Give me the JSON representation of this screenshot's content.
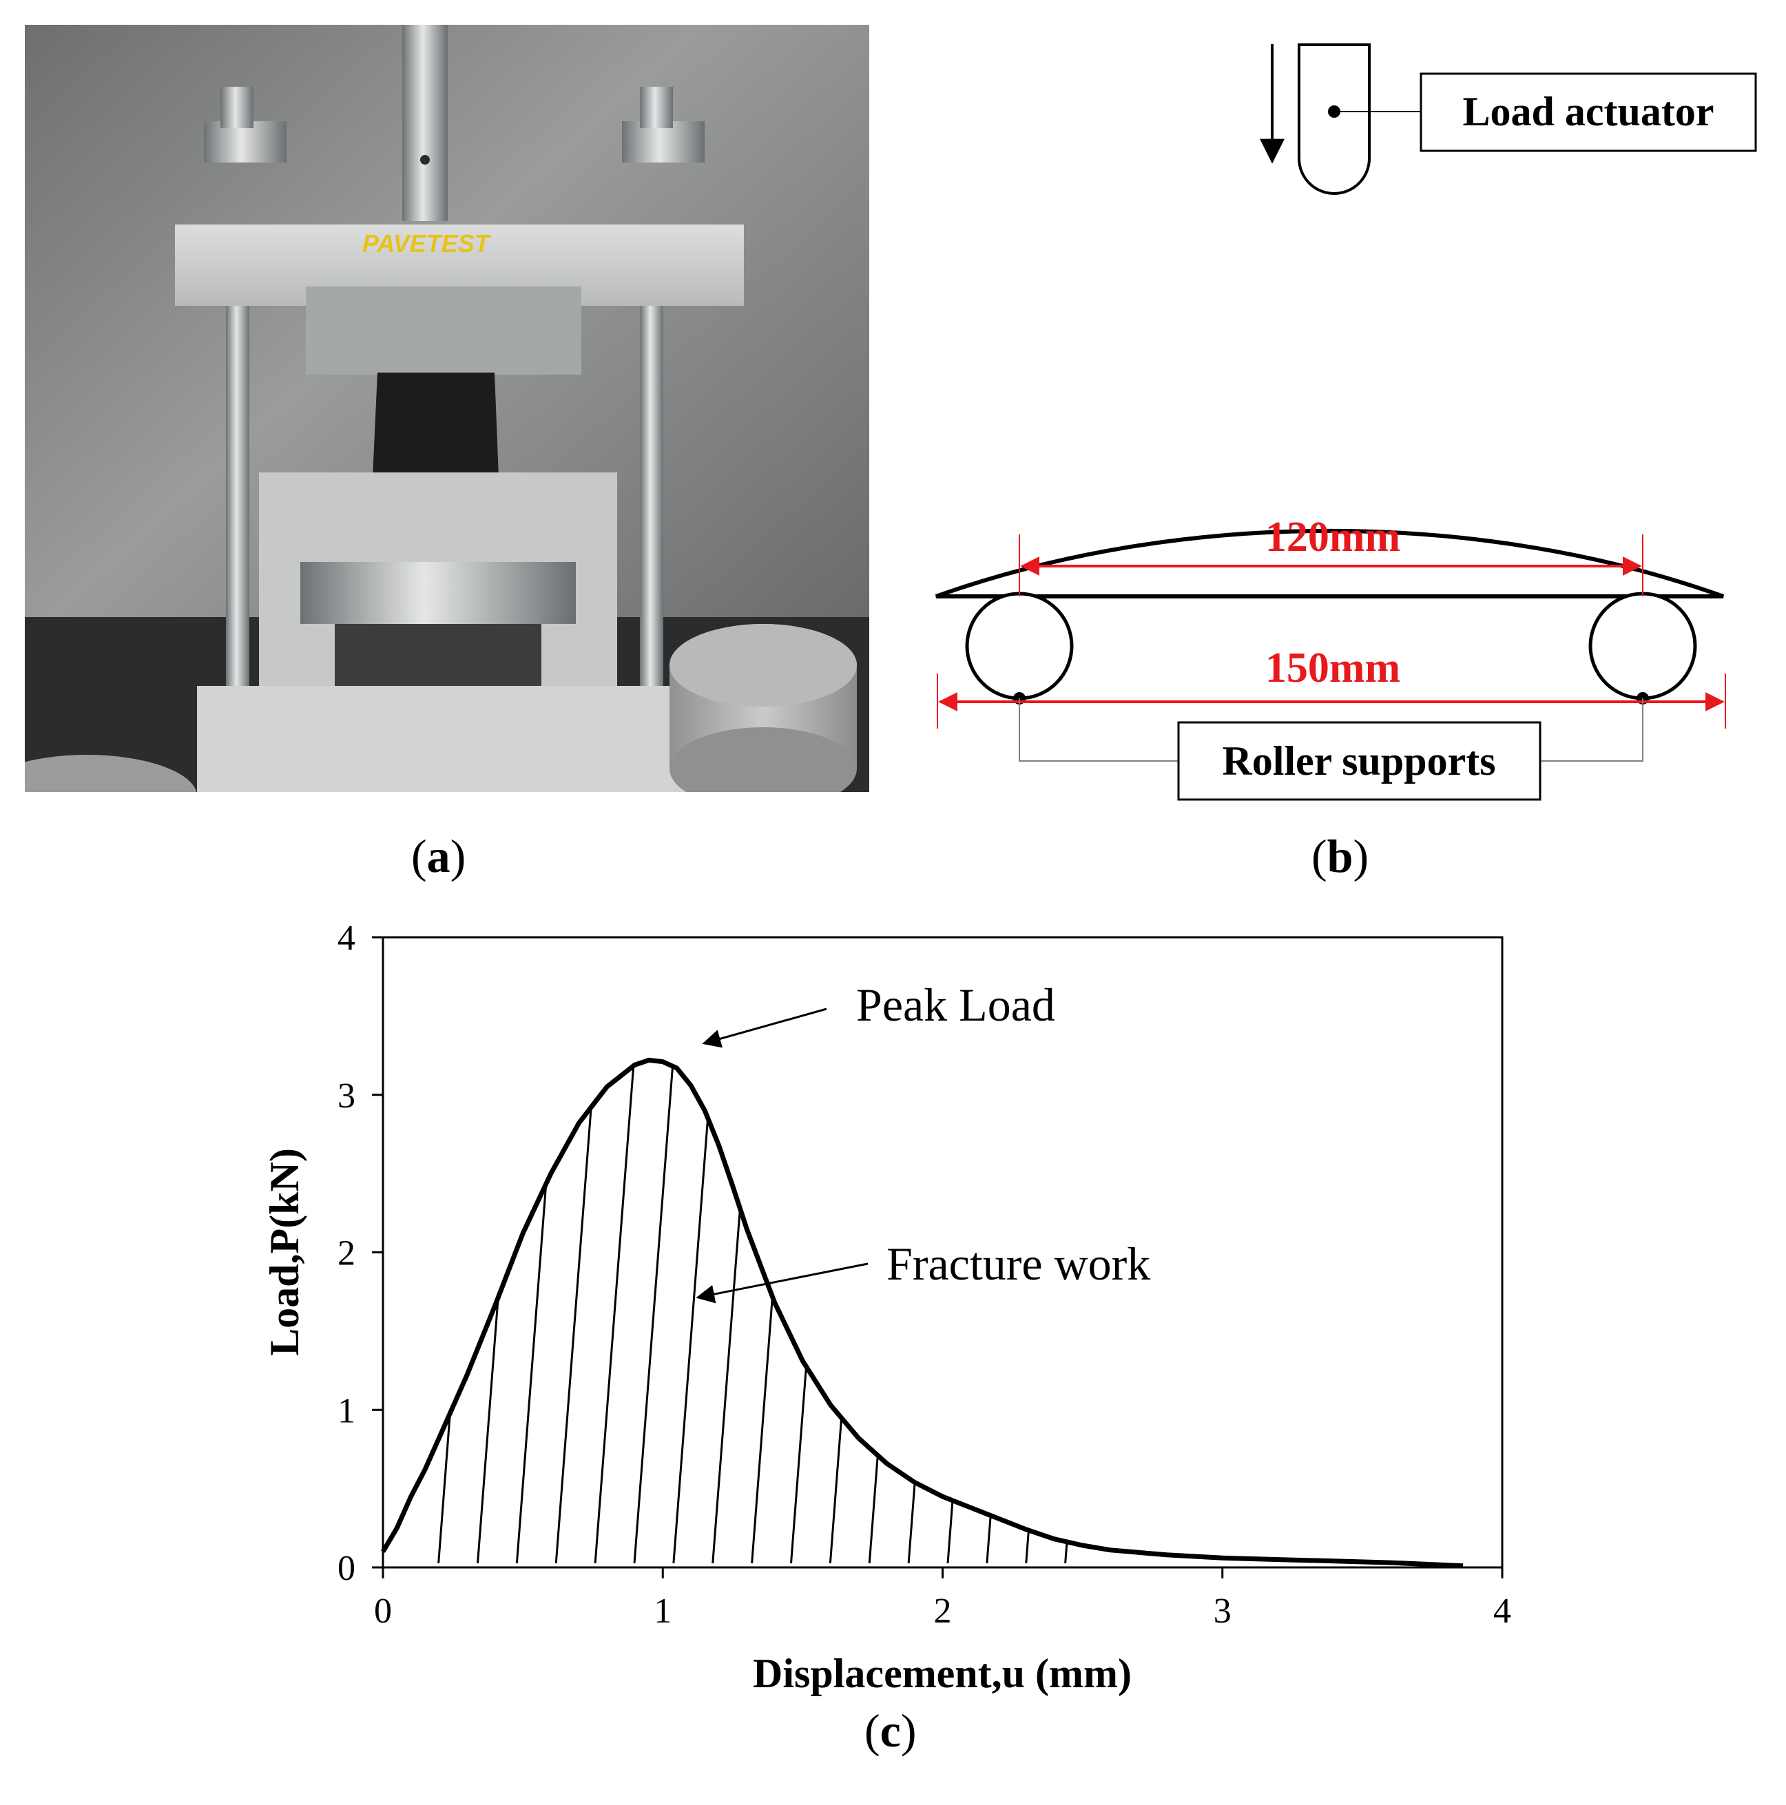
{
  "panels": {
    "a": {
      "label_open": "(",
      "label_letter": "a",
      "label_close": ")"
    },
    "b": {
      "label_open": "(",
      "label_letter": "b",
      "label_close": ")"
    },
    "c": {
      "label_open": "(",
      "label_letter": "c",
      "label_close": ")"
    }
  },
  "photo": {
    "brand_text": "PAVETEST"
  },
  "diagram": {
    "load_actuator_label": "Load actuator",
    "roller_supports_label": "Roller supports",
    "span_inner": "120mm",
    "span_outer": "150mm",
    "dimension_color": "#e8191c"
  },
  "chart_data": {
    "type": "area",
    "xlabel": "Displacement,u (mm)",
    "ylabel": "Load,P(kN)",
    "xlim": [
      0,
      4
    ],
    "ylim": [
      0,
      4
    ],
    "xticks": [
      "0",
      "1",
      "2",
      "3",
      "4"
    ],
    "yticks": [
      "0",
      "1",
      "2",
      "3",
      "4"
    ],
    "grid": false,
    "series": [
      {
        "x": [
          0,
          0.05,
          0.1,
          0.15,
          0.2,
          0.3,
          0.4,
          0.5,
          0.6,
          0.7,
          0.8,
          0.9,
          0.95,
          1.0,
          1.05,
          1.1,
          1.15,
          1.2,
          1.25,
          1.3,
          1.4,
          1.5,
          1.6,
          1.7,
          1.8,
          1.9,
          2.0,
          2.1,
          2.2,
          2.3,
          2.4,
          2.5,
          2.6,
          2.8,
          3.0,
          3.2,
          3.4,
          3.6,
          3.86
        ],
        "y": [
          0.1,
          0.25,
          0.45,
          0.62,
          0.82,
          1.22,
          1.66,
          2.12,
          2.5,
          2.82,
          3.05,
          3.19,
          3.22,
          3.21,
          3.17,
          3.06,
          2.9,
          2.68,
          2.42,
          2.15,
          1.68,
          1.31,
          1.03,
          0.82,
          0.66,
          0.54,
          0.45,
          0.38,
          0.31,
          0.24,
          0.18,
          0.14,
          0.11,
          0.08,
          0.06,
          0.05,
          0.04,
          0.03,
          0.01
        ]
      }
    ],
    "annotations": [
      {
        "text": "Peak Load",
        "x": 0.95,
        "y": 3.22
      },
      {
        "text": "Fracture work",
        "x": 1.15,
        "y": 1.7
      }
    ]
  }
}
